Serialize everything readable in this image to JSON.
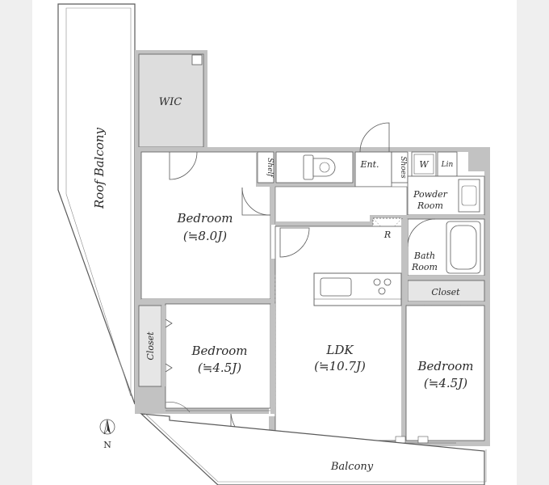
{
  "colors": {
    "side_band": "#efefef",
    "paper": "#ffffff",
    "wall": "#c2c2c2",
    "line": "#5a5a5a",
    "wic_fill": "#dddddd",
    "closet_fill": "#e6e6e6"
  },
  "rooms": {
    "wic": "WIC",
    "roof_balcony": "Roof Balcony",
    "bedroom_1_name": "Bedroom",
    "bedroom_1_size": "(≒8.0J)",
    "shelf": "Shelf",
    "entrance": "Ent.",
    "shoes": "Shoes",
    "washer": "W",
    "linen": "Lin",
    "powder_room_line1": "Powder",
    "powder_room_line2": "Room",
    "refrigerator": "R",
    "bath_room_line1": "Bath",
    "bath_room_line2": "Room",
    "closet_right": "Closet",
    "closet_left": "Closet",
    "bedroom_2_name": "Bedroom",
    "bedroom_2_size": "(≒4.5J)",
    "ldk_name": "LDK",
    "ldk_size": "(≒10.7J)",
    "bedroom_3_name": "Bedroom",
    "bedroom_3_size": "(≒4.5J)",
    "balcony": "Balcony"
  },
  "compass": {
    "label": "N",
    "icon": "north-arrow-icon"
  }
}
